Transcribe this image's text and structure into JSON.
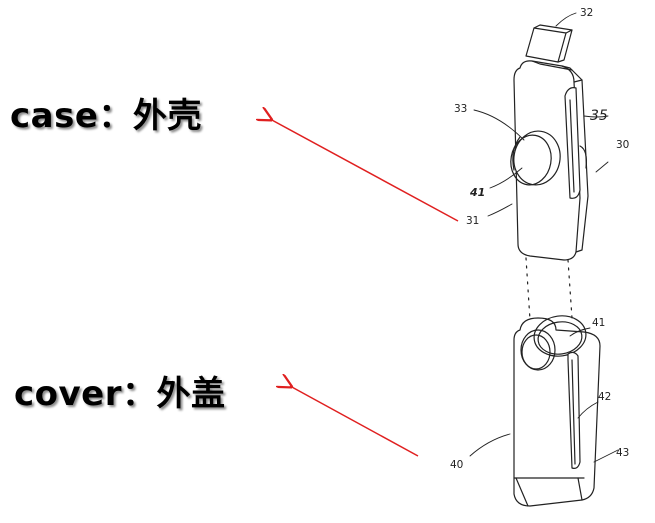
{
  "annotations": {
    "case_label": "case：外壳",
    "cover_label": "cover：外盖",
    "arrow_color": "#e02020"
  },
  "ref_numbers": {
    "n32": "32",
    "n33": "33",
    "n35": "35",
    "n30": "30",
    "n41_top": "41",
    "n31": "31",
    "n41_bottom": "41",
    "n42": "42",
    "n40": "40",
    "n43": "43"
  },
  "drawing": {
    "line_color": "#222222"
  }
}
